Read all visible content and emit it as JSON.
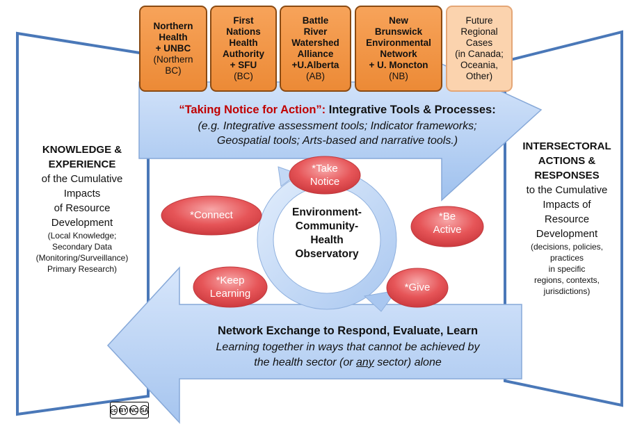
{
  "partners": [
    {
      "bold": [
        "Northern",
        "Health",
        "+ UNBC"
      ],
      "normal": [
        "(Northern",
        "BC)"
      ]
    },
    {
      "bold": [
        "First",
        "Nations",
        "Health",
        "Authority",
        "+ SFU"
      ],
      "normal": [
        "(BC)"
      ]
    },
    {
      "bold": [
        "Battle",
        "River",
        "Watershed",
        "Alliance",
        "+U.Alberta"
      ],
      "normal": [
        "(AB)"
      ]
    },
    {
      "bold": [
        "New",
        "Brunswick",
        "Environmental",
        "Network",
        "+ U. Moncton"
      ],
      "normal": [
        "(NB)"
      ]
    },
    {
      "bold": [],
      "normal": [
        "Future",
        "Regional",
        "Cases",
        "(in Canada;",
        "Oceania,",
        "Other)"
      ]
    }
  ],
  "top_arrow": {
    "highlight": "“Taking Notice for Action”:",
    "title_rest": " Integrative Tools & Processes:",
    "line2": "(e.g. Integrative assessment tools; Indicator frameworks;",
    "line3": "Geospatial tools; Arts-based and narrative tools.)"
  },
  "left_panel": {
    "heading": [
      "KNOWLEDGE &",
      "EXPERIENCE"
    ],
    "body": [
      "of the Cumulative",
      "Impacts",
      "of Resource",
      "Development"
    ],
    "small": [
      "(Local Knowledge;",
      "Secondary Data",
      "(Monitoring/Surveillance)",
      "Primary Research)"
    ]
  },
  "right_panel": {
    "heading": [
      "INTERSECTORAL",
      "ACTIONS &",
      "RESPONSES"
    ],
    "body": [
      "to the Cumulative",
      "Impacts of",
      "Resource",
      "Development"
    ],
    "small": [
      "(decisions, policies,",
      "practices",
      "in specific",
      "regions, contexts,",
      "jurisdictions)"
    ]
  },
  "center": {
    "lines": [
      "Environment-",
      "Community-",
      "Health",
      "Observatory"
    ]
  },
  "cycle": {
    "take_notice": [
      "*Take",
      "Notice"
    ],
    "be_active": [
      "*Be",
      "Active"
    ],
    "give": [
      "*Give"
    ],
    "keep_learning": [
      "*Keep",
      "Learning"
    ],
    "connect": [
      "*Connect"
    ]
  },
  "bottom_arrow": {
    "title": "Network Exchange to Respond, Evaluate, Learn",
    "line2": "Learning together in ways that cannot be achieved by",
    "line3_pre": "the health sector (or ",
    "line3_u": "any",
    "line3_post": " sector) alone"
  },
  "license": {
    "labels": [
      "cc",
      "BY",
      "NC",
      "SA"
    ]
  },
  "colors": {
    "orange": "#ec8a36",
    "future": "#fbd3ae",
    "arrow_blue": "#b7d2f4",
    "oval_red": "#e0474c",
    "highlight_red": "#c00000"
  }
}
